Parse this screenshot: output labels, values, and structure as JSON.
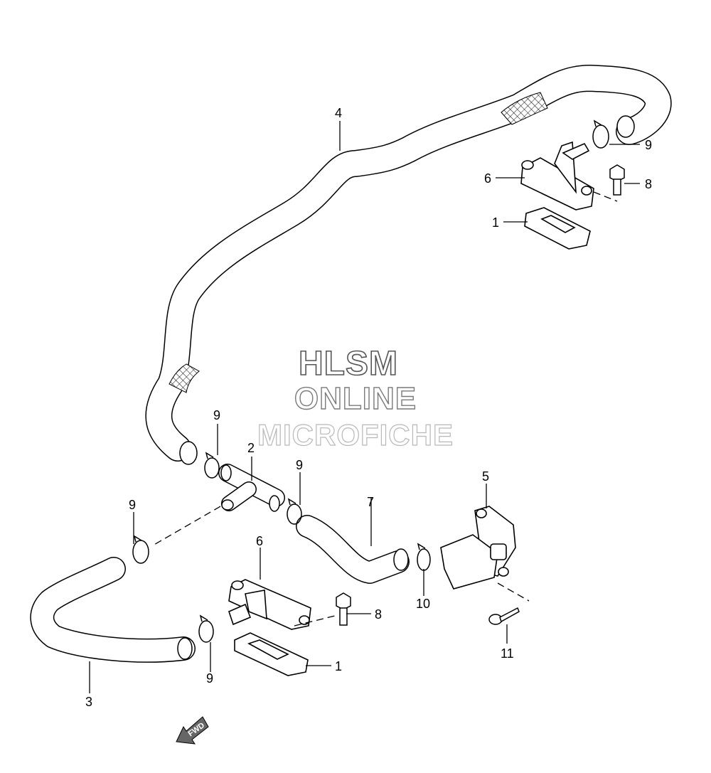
{
  "watermark": {
    "line1": "HLSM",
    "line2": "ONLINE",
    "line3": "MICROFICHE"
  },
  "fwd_label": "FWD",
  "callouts": {
    "c1_top": "1",
    "c1_bot": "1",
    "c2": "2",
    "c3": "3",
    "c4": "4",
    "c5": "5",
    "c6_top": "6",
    "c6_bot": "6",
    "c7": "7",
    "c8_top": "8",
    "c8_bot": "8",
    "c9_upper_right": "9",
    "c9_mid_left": "9",
    "c9_mid_center": "9",
    "c9_left": "9",
    "c9_bottom": "9",
    "c10": "10",
    "c11": "11"
  },
  "colors": {
    "line": "#000000",
    "background": "#ffffff",
    "arrow_fill": "#666666"
  }
}
